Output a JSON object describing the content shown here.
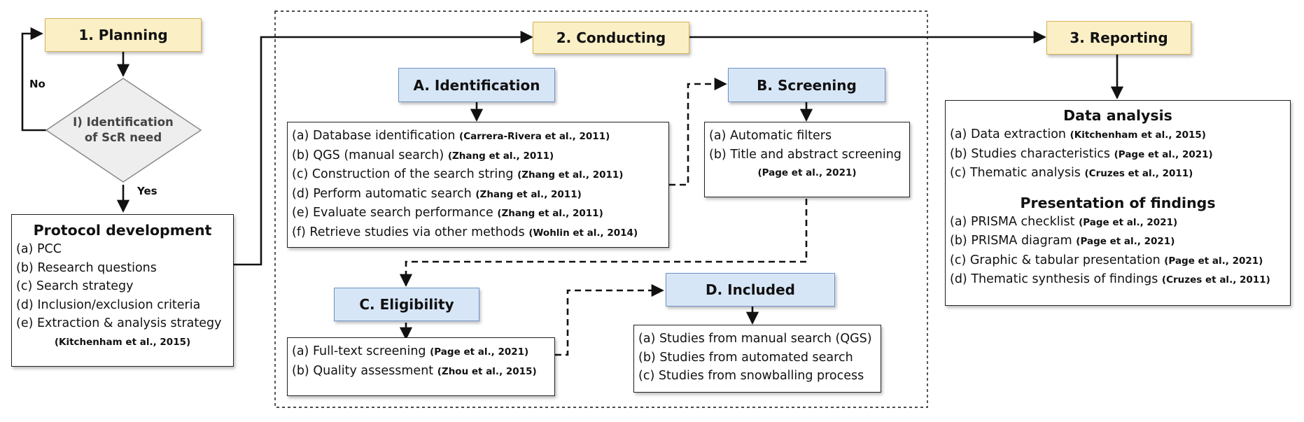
{
  "planning": {
    "title": "1. Planning",
    "decision": "I) Identification\nof ScR need",
    "no_label": "No",
    "yes_label": "Yes",
    "protocol": {
      "title": "Protocol development",
      "items": [
        "(a) PCC",
        "(b) Research questions",
        "(c) Search strategy",
        "(d) Inclusion/exclusion criteria",
        "(e) Extraction & analysis strategy"
      ],
      "ref": "(Kitchenham et al., 2015)"
    }
  },
  "conducting": {
    "title": "2. Conducting",
    "identification": {
      "title": "A. Identification",
      "items": [
        {
          "text": "(a) Database identification",
          "ref": "(Carrera-Rivera et al., 2011)"
        },
        {
          "text": "(b) QGS (manual search)",
          "ref": "(Zhang et al., 2011)"
        },
        {
          "text": "(c) Construction of the search string",
          "ref": "(Zhang et al., 2011)"
        },
        {
          "text": "(d) Perform automatic search",
          "ref": "(Zhang et al., 2011)"
        },
        {
          "text": "(e) Evaluate search performance",
          "ref": "(Zhang et al., 2011)"
        },
        {
          "text": "(f) Retrieve studies via other methods",
          "ref": "(Wohlin et al., 2014)"
        }
      ]
    },
    "screening": {
      "title": "B. Screening",
      "items": [
        "(a) Automatic filters",
        "(b) Title and abstract screening"
      ],
      "ref": "(Page et al., 2021)"
    },
    "eligibility": {
      "title": "C. Eligibility",
      "items": [
        {
          "text": "(a) Full-text screening",
          "ref": "(Page et al., 2021)"
        },
        {
          "text": "(b) Quality assessment",
          "ref": "(Zhou et al., 2015)"
        }
      ]
    },
    "included": {
      "title": "D.  Included",
      "items": [
        "(a) Studies from manual search (QGS)",
        "(b) Studies from automated search",
        "(c) Studies from snowballing process"
      ]
    }
  },
  "reporting": {
    "title": "3. Reporting",
    "data_analysis": {
      "title": "Data analysis",
      "items": [
        {
          "text": "(a) Data extraction",
          "ref": "(Kitchenham et al., 2015)"
        },
        {
          "text": "(b) Studies characteristics",
          "ref": "(Page et al., 2021)"
        },
        {
          "text": "(c) Thematic analysis",
          "ref": "(Cruzes et al., 2011)"
        }
      ]
    },
    "presentation": {
      "title": "Presentation of findings",
      "items": [
        {
          "text": "(a) PRISMA checklist",
          "ref": "(Page et al., 2021)"
        },
        {
          "text": "(b) PRISMA diagram",
          "ref": "(Page et al., 2021)"
        },
        {
          "text": "(c) Graphic & tabular presentation",
          "ref": "(Page et al., 2021)"
        },
        {
          "text": "(d) Thematic synthesis of findings",
          "ref": "(Cruzes et al., 2011)"
        }
      ]
    }
  },
  "colors": {
    "phase_fill": "#fbefc6",
    "phase_border": "#d7b45a",
    "step_fill": "#d7e6f7",
    "step_border": "#6f93c6",
    "diamond_fill": "#eeeeee"
  }
}
